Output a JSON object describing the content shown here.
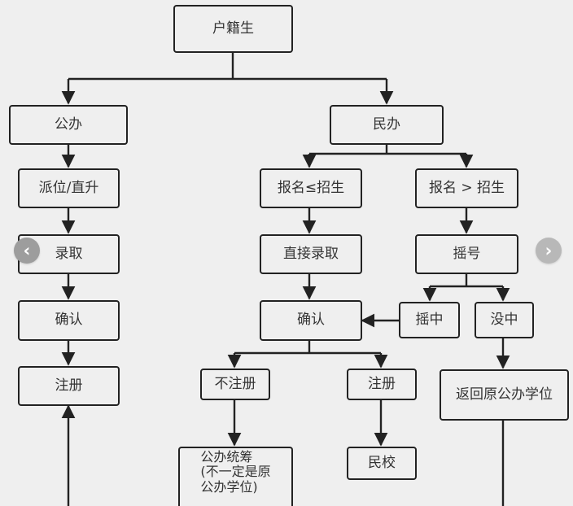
{
  "nodes": {
    "huji": "户籍生",
    "gongban": "公办",
    "paiwei": "派位/直升",
    "luqu_left": "录取",
    "queren_left": "确认",
    "zhuce_left": "注册",
    "minban": "民办",
    "baoming_le": "报名≤招生",
    "baoming_gt": "报名 > 招生",
    "zhijie_luqu": "直接录取",
    "yaohao": "摇号",
    "queren_mid": "确认",
    "yaozhong": "摇中",
    "meizhong": "没中",
    "buzhuce": "不注册",
    "zhuce_mid": "注册",
    "fanhui": "返回原公办学位",
    "gongban_tongchou": "公办统筹\n(不一定是原\n公办学位)",
    "minxiao": "民校"
  },
  "nav": {
    "prev": "‹",
    "next": "›"
  },
  "colors": {
    "background": "#efefef",
    "line": "#222222",
    "nav_prev": "#9d9d9d",
    "nav_next": "#b8b8b8"
  }
}
